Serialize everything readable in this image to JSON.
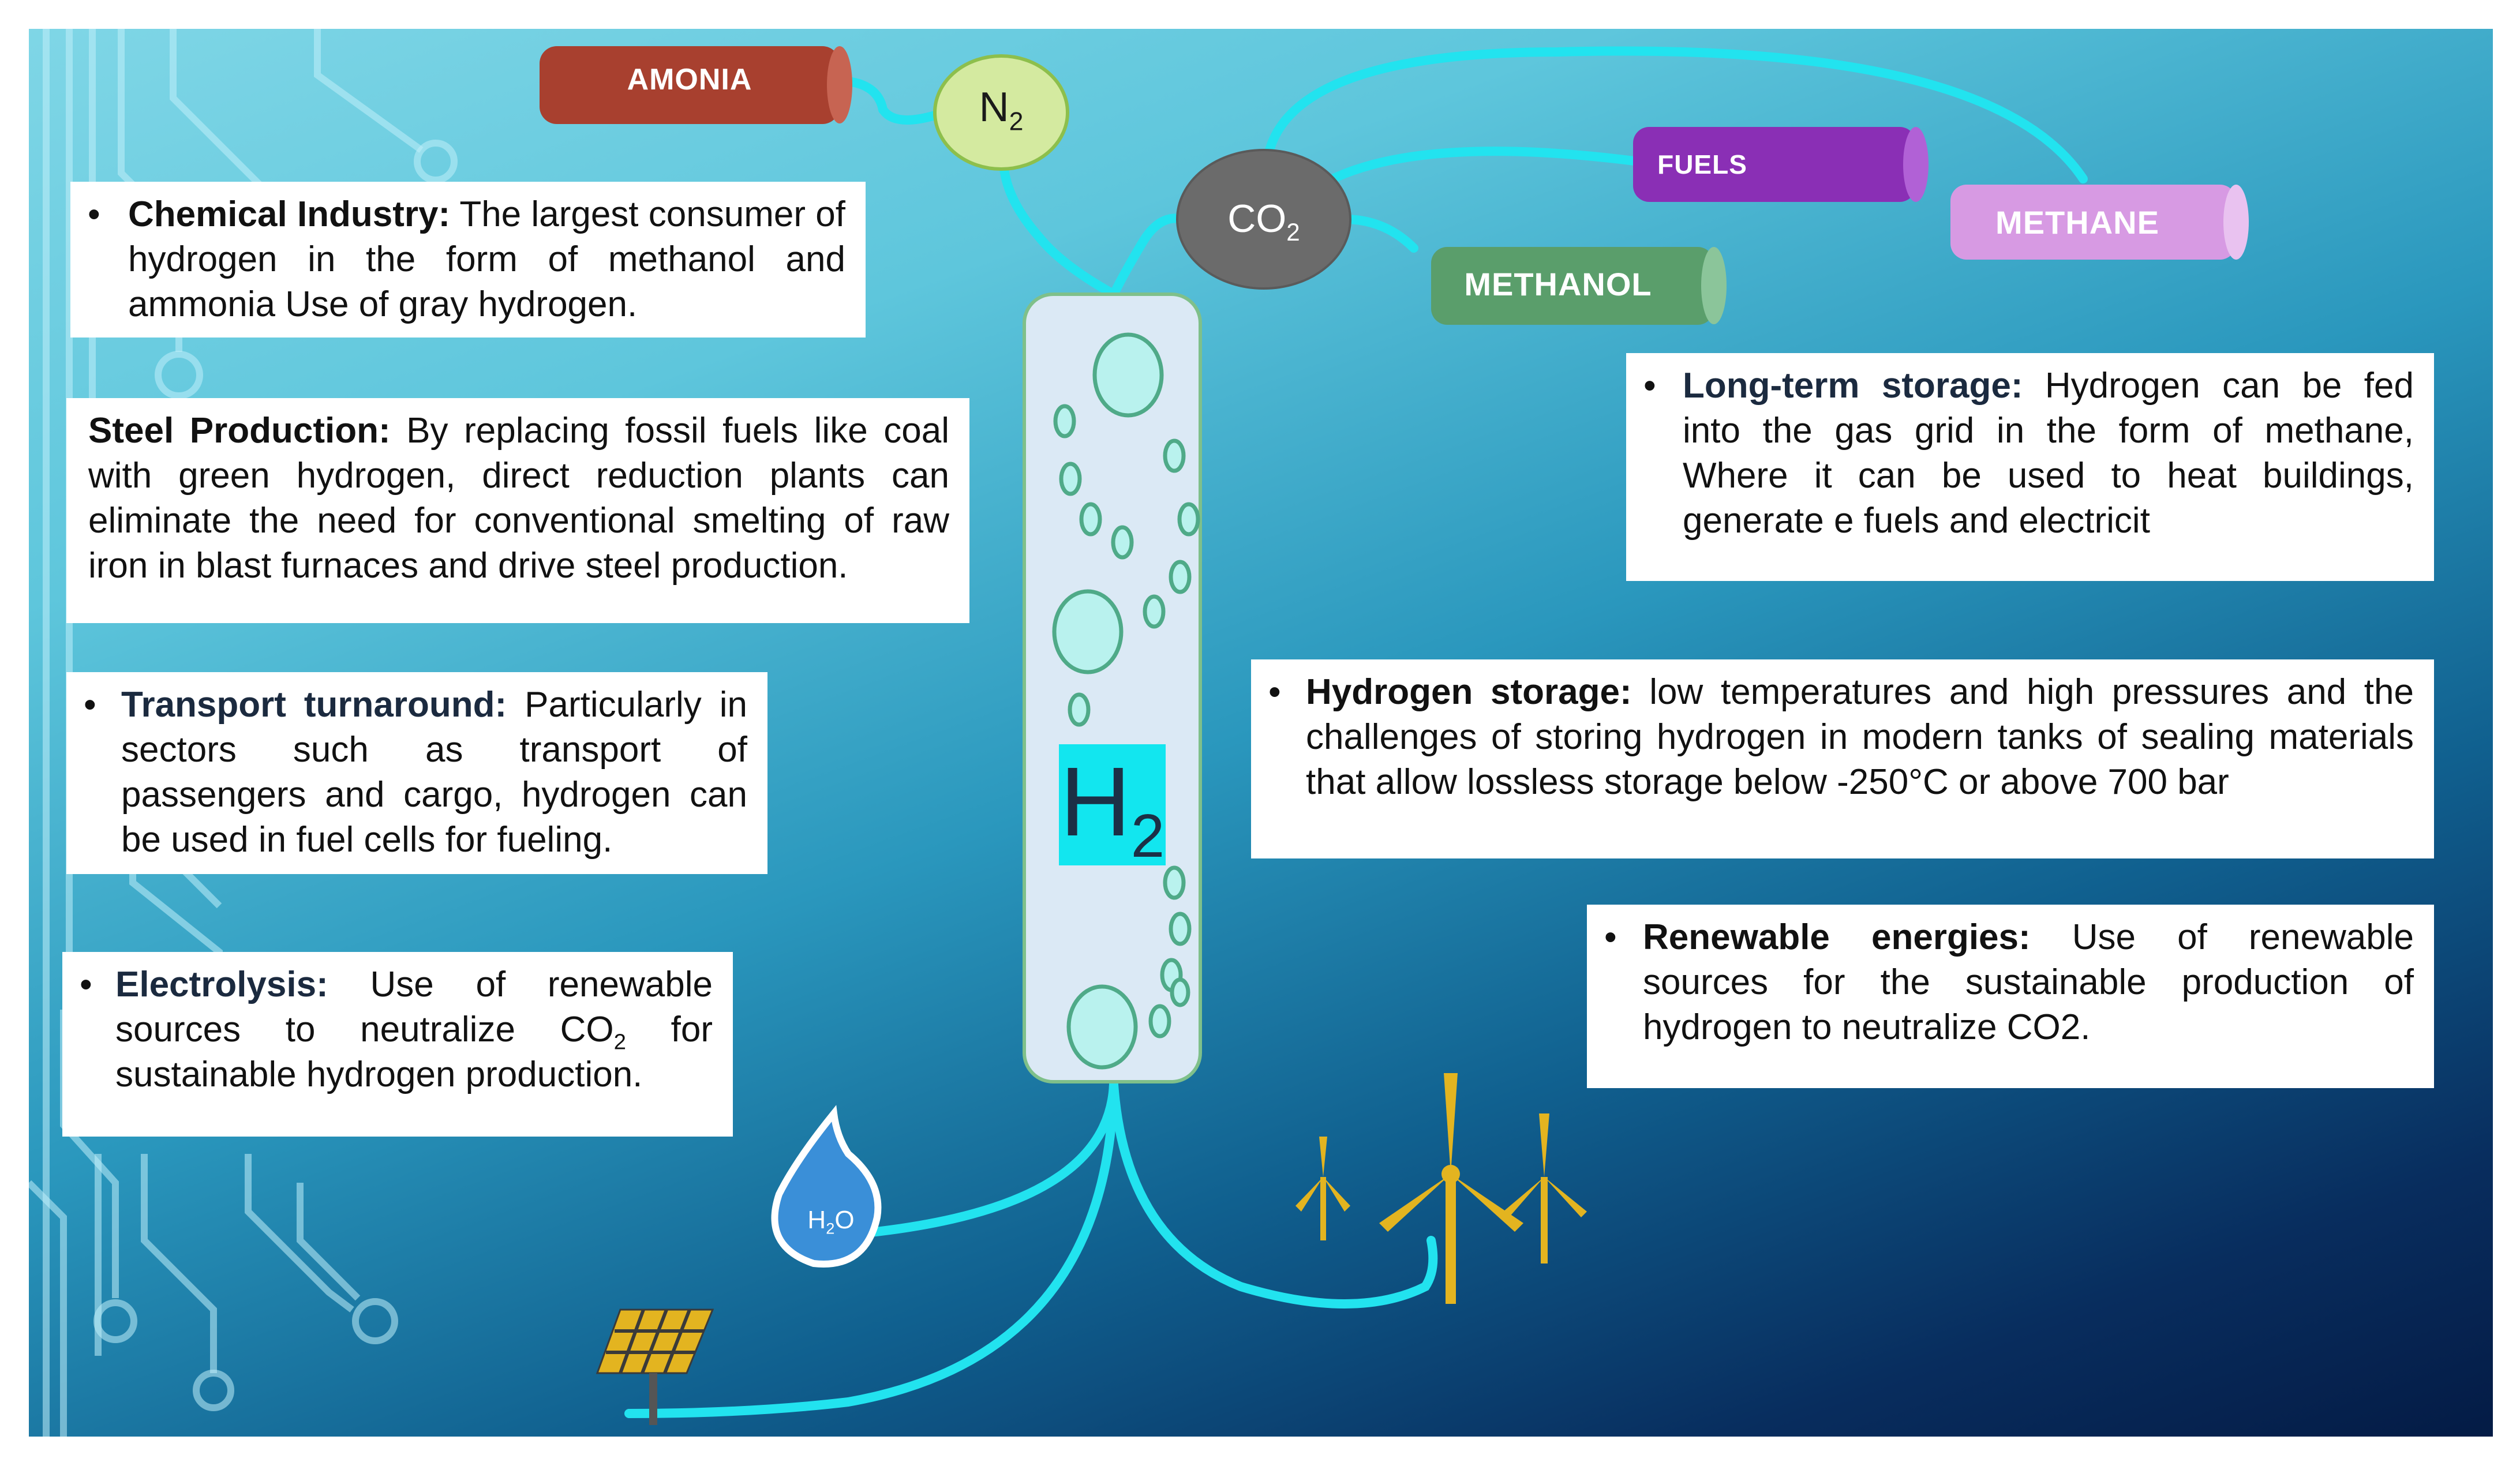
{
  "molecules": {
    "ammonia": "AMONIA",
    "fuels": "FUELS",
    "methane": "METHANE",
    "methanol": "METHANOL",
    "n2": {
      "base": "N",
      "sub": "2"
    },
    "co2": {
      "base": "CO",
      "sub": "2"
    },
    "h2o": {
      "base": "H",
      "sub": "2",
      "tail": "O"
    },
    "h2": {
      "base": "H",
      "sub": "2"
    }
  },
  "boxes": {
    "chemical": {
      "title": "Chemical Industry:",
      "text": " The largest consumer of hydrogen in the form of methanol and ammonia Use of gray hydrogen."
    },
    "steel": {
      "title": "Steel Production:",
      "text": " By replacing fossil fuels like coal with green hydrogen, direct reduction plants can eliminate the need for conventional smelting of raw iron in blast furnaces and drive steel production."
    },
    "transport": {
      "title": "Transport turnaround:",
      "text": " Particularly in sectors such as transport of passengers and cargo, hydrogen can be used in fuel cells for fueling."
    },
    "electrolysis": {
      "title": "Electrolysis:",
      "text_before": "  Use of renewable sources to neutralize CO",
      "text_sub": "2",
      "text_after": " for sustainable hydrogen production."
    },
    "longterm": {
      "title": "Long-term storage:",
      "text": " Hydrogen can be fed into the gas grid in the form of methane, Where it can be used to heat buildings, generate e fuels and electricit"
    },
    "storage": {
      "title": "Hydrogen storage:",
      "text": " low temperatures and high pressures and the challenges of storing hydrogen in modern tanks of sealing materials that allow lossless storage below -250°C or above 700 bar"
    },
    "renewable": {
      "title": "Renewable energies:",
      "text": " Use of renewable sources for the sustainable production of hydrogen to neutralize CO2."
    },
    "bullet": "•"
  },
  "colors": {
    "pipe_cyan": "#22e3ef",
    "ammonia": "#a8402f",
    "fuels": "#8a2fb5",
    "methane": "#d79ae3",
    "methanol": "#5a9e6b",
    "n2_fill": "#d4eaa0",
    "co2_fill": "#6b6b6b",
    "tank_fill": "#dbe9f5",
    "turbine": "#e3b420",
    "solar": "#e3b420",
    "drop": "#3a8fd8"
  }
}
